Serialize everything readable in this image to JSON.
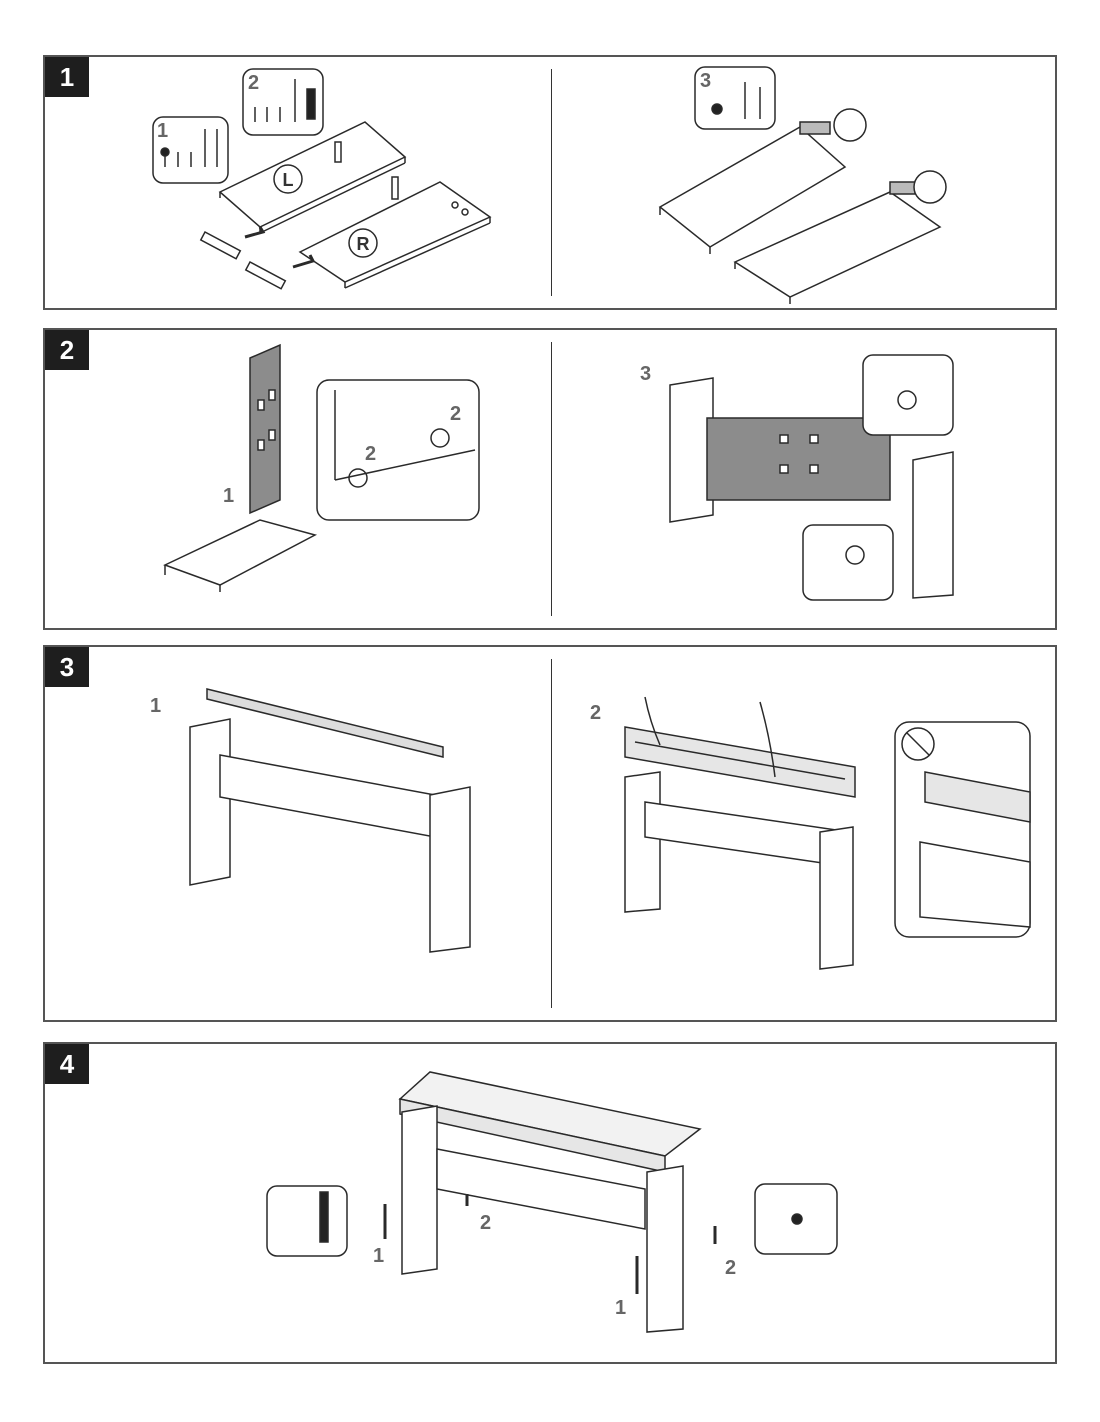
{
  "panels": [
    {
      "step": "1",
      "left_labels": {
        "callout_a": "1",
        "callout_b": "2",
        "side_l": "L",
        "side_r": "R"
      },
      "right_labels": {
        "callout": "3"
      }
    },
    {
      "step": "2",
      "left_labels": {
        "num_1": "1",
        "num_2a": "2",
        "num_2b": "2"
      },
      "right_labels": {
        "num_3": "3"
      }
    },
    {
      "step": "3",
      "left_labels": {
        "num_1": "1"
      },
      "right_labels": {
        "num_2": "2"
      }
    },
    {
      "step": "4",
      "labels": {
        "left_1": "1",
        "left_2": "2",
        "right_1": "1",
        "right_2": "2"
      }
    }
  ],
  "colors": {
    "ink": "#2a2a2a",
    "panel_fill": "#8c8c8c",
    "badge": "#1e1e1e",
    "border": "#555555"
  },
  "icons": [
    "screw-set-icon",
    "prohibition-icon",
    "arrow-icon",
    "hand-icon"
  ]
}
